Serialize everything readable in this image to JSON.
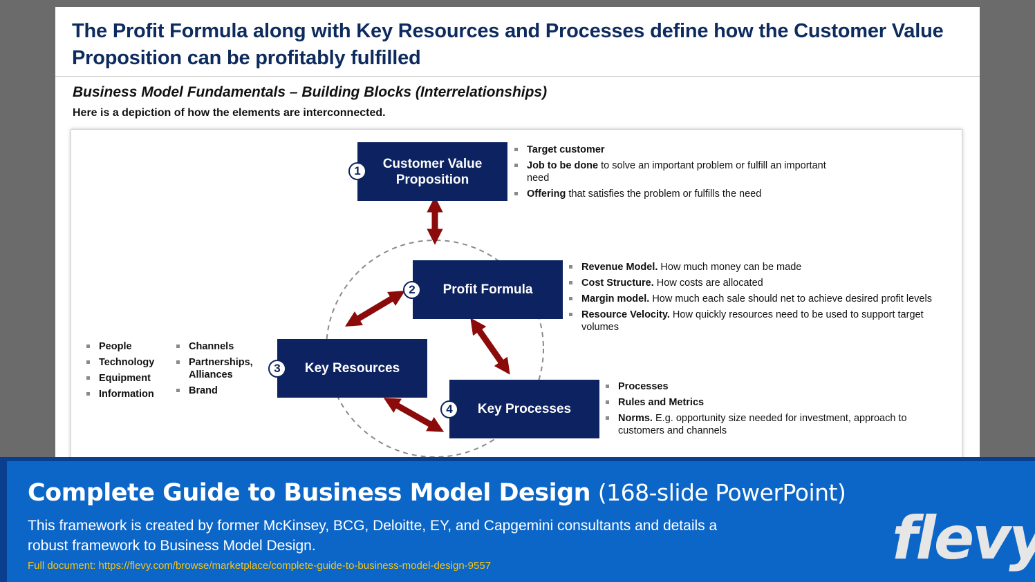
{
  "slide": {
    "title": "The Profit Formula along with Key Resources and Processes define how the Customer Value Proposition can be profitably fulfilled",
    "subtitle": "Business Model Fundamentals – Building Blocks (Interrelationships)",
    "intro": "Here is a depiction of how the elements are interconnected."
  },
  "diagram": {
    "blocks": [
      {
        "number": "1",
        "label_line1": "Customer Value",
        "label_line2": "Proposition"
      },
      {
        "number": "2",
        "label": "Profit Formula"
      },
      {
        "number": "3",
        "label": "Key Resources"
      },
      {
        "number": "4",
        "label": "Key Processes"
      }
    ],
    "cvp_bullets": [
      {
        "bold": "Target customer",
        "text": ""
      },
      {
        "bold": "Job to be done",
        "text": " to solve an important problem or fulfill an important need"
      },
      {
        "bold": "Offering",
        "text": " that satisfies the problem or fulfills the need"
      }
    ],
    "profit_bullets": [
      {
        "bold": "Revenue Model.",
        "text": " How much money can be made"
      },
      {
        "bold": "Cost Structure.",
        "text": " How costs are allocated"
      },
      {
        "bold": "Margin model.",
        "text": " How much each sale should net to achieve desired profit levels"
      },
      {
        "bold": "Resource Velocity.",
        "text": " How quickly resources need to be used to support target volumes"
      }
    ],
    "resources_bullets_col1": [
      "People",
      "Technology",
      "Equipment",
      "Information"
    ],
    "resources_bullets_col2": [
      "Channels",
      "Partnerships, Alliances",
      "Brand"
    ],
    "processes_bullets": [
      {
        "bold": "Processes",
        "text": ""
      },
      {
        "bold": "Rules and Metrics",
        "text": ""
      },
      {
        "bold": "Norms.",
        "text": " E.g. opportunity size needed for investment, approach to customers and channels"
      }
    ],
    "colors": {
      "box": "#0d2260",
      "arrow": "#8b0a0a",
      "circle": "#8a8a8a"
    }
  },
  "footer": {
    "title_bold": "Complete Guide to Business Model Design",
    "title_light": "(168-slide PowerPoint)",
    "description": "This framework is created by former McKinsey, BCG, Deloitte, EY, and Capgemini consultants and details a robust framework to Business Model Design.",
    "link": "Full document: https://flevy.com/browse/marketplace/complete-guide-to-business-model-design-9557",
    "logo": "flevy"
  }
}
